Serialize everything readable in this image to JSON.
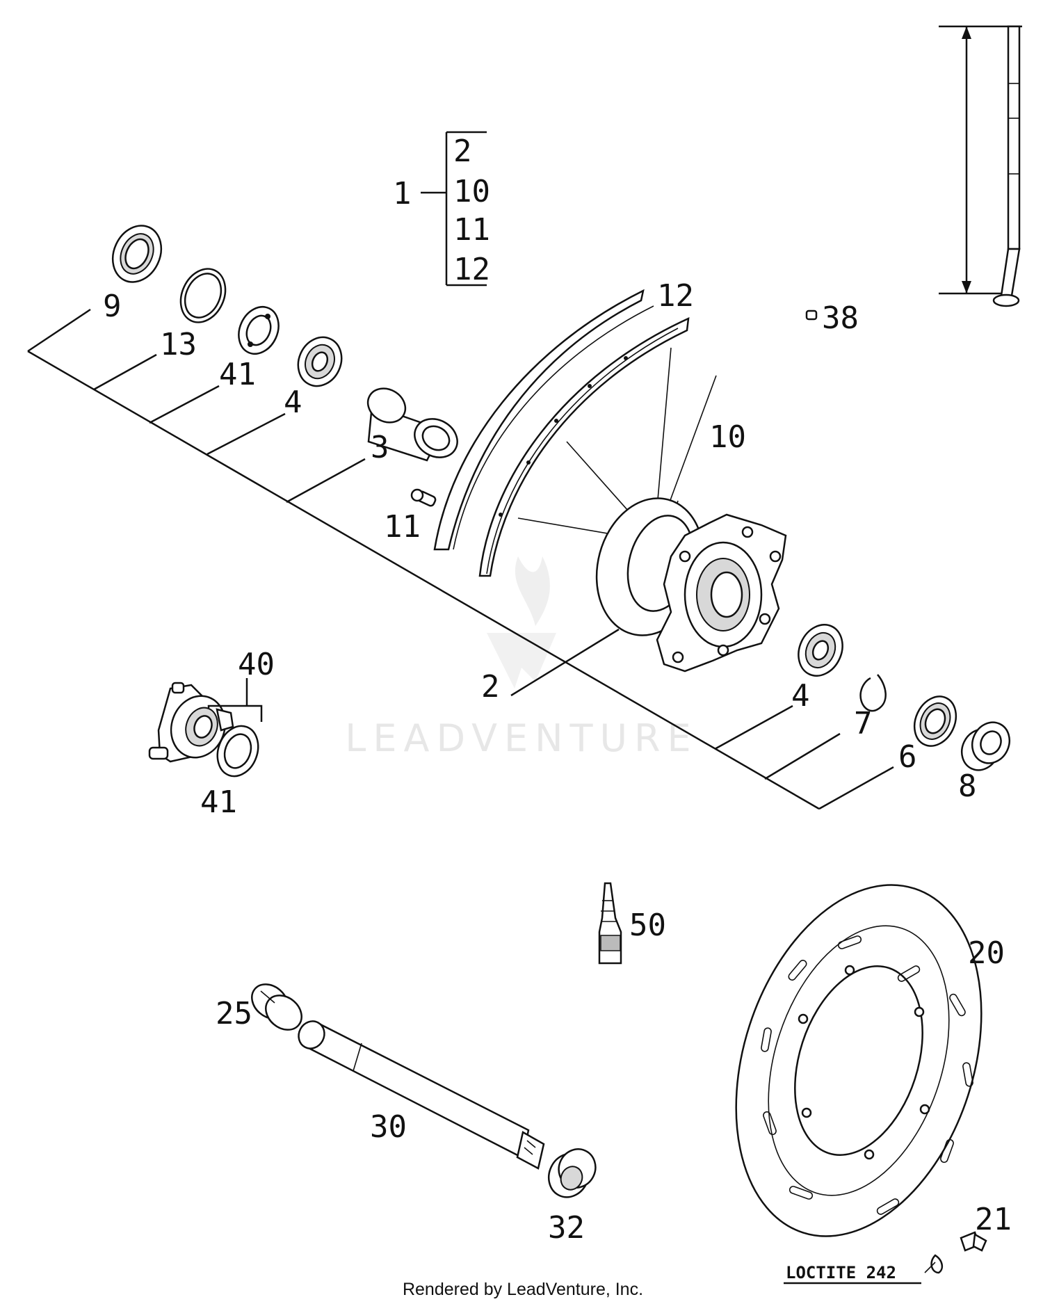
{
  "bracket_group": {
    "parent": "1",
    "children": [
      "2",
      "10",
      "11",
      "12"
    ]
  },
  "callouts": {
    "c9": "9",
    "c13": "13",
    "c41a": "41",
    "c4a": "4",
    "c3": "3",
    "c11": "11",
    "c12": "12",
    "c10": "10",
    "c38": "38",
    "c2": "2",
    "c40": "40",
    "c41b": "41",
    "c4b": "4",
    "c7": "7",
    "c6": "6",
    "c8": "8",
    "c50": "50",
    "c20": "20",
    "c25": "25",
    "c30": "30",
    "c32": "32",
    "c21": "21"
  },
  "loctite_note": "LOCTITE 242",
  "watermark": "LEADVENTURE",
  "footer": "Rendered by LeadVenture, Inc."
}
